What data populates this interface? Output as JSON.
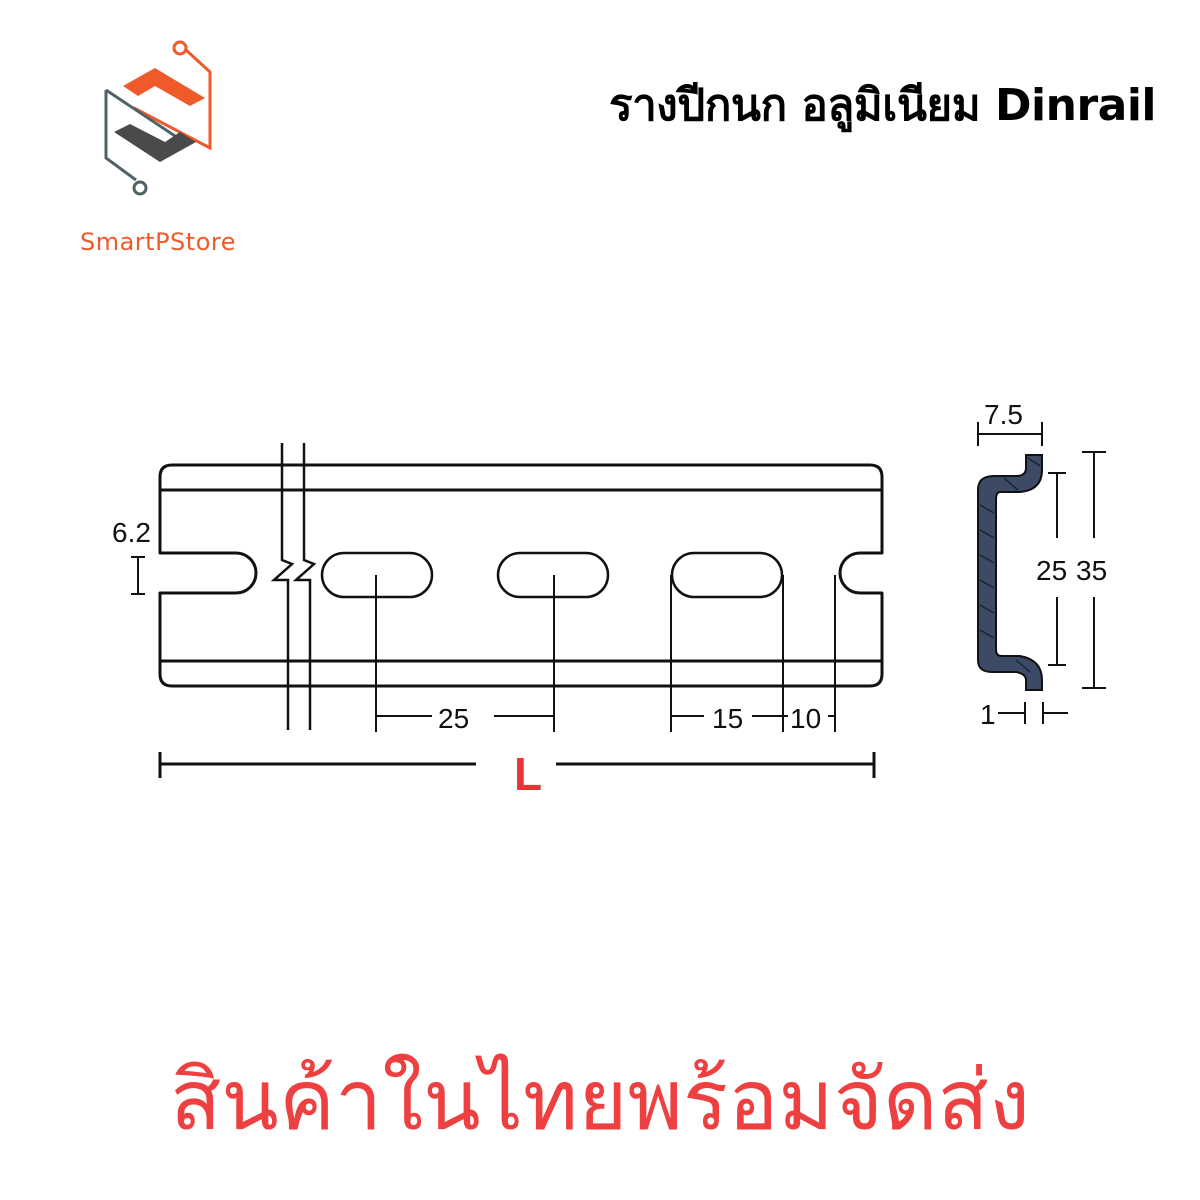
{
  "brand": {
    "name": "SmartPStore",
    "colors": {
      "orange": "#ef5a2a",
      "dark_gray": "#4a4a4a",
      "teal_gray": "#4f6366"
    }
  },
  "header": {
    "title": "รางปีกนก อลูมิเนียม Dinrail"
  },
  "drawing": {
    "front_view": {
      "slot_height_label": "6.2",
      "slot_pitch_label": "25",
      "slot_length_label": "15",
      "end_gap_label": "10",
      "length_label": "L",
      "length_label_color": "#ee3338"
    },
    "profile_view": {
      "flange_width_label": "7.5",
      "inner_height_label": "25",
      "outer_height_label": "35",
      "thickness_label": "1",
      "fill_color": "#3d4a66"
    }
  },
  "footer": {
    "text": "สินค้าในไทยพร้อมจัดส่ง",
    "color": "#ee4040"
  }
}
